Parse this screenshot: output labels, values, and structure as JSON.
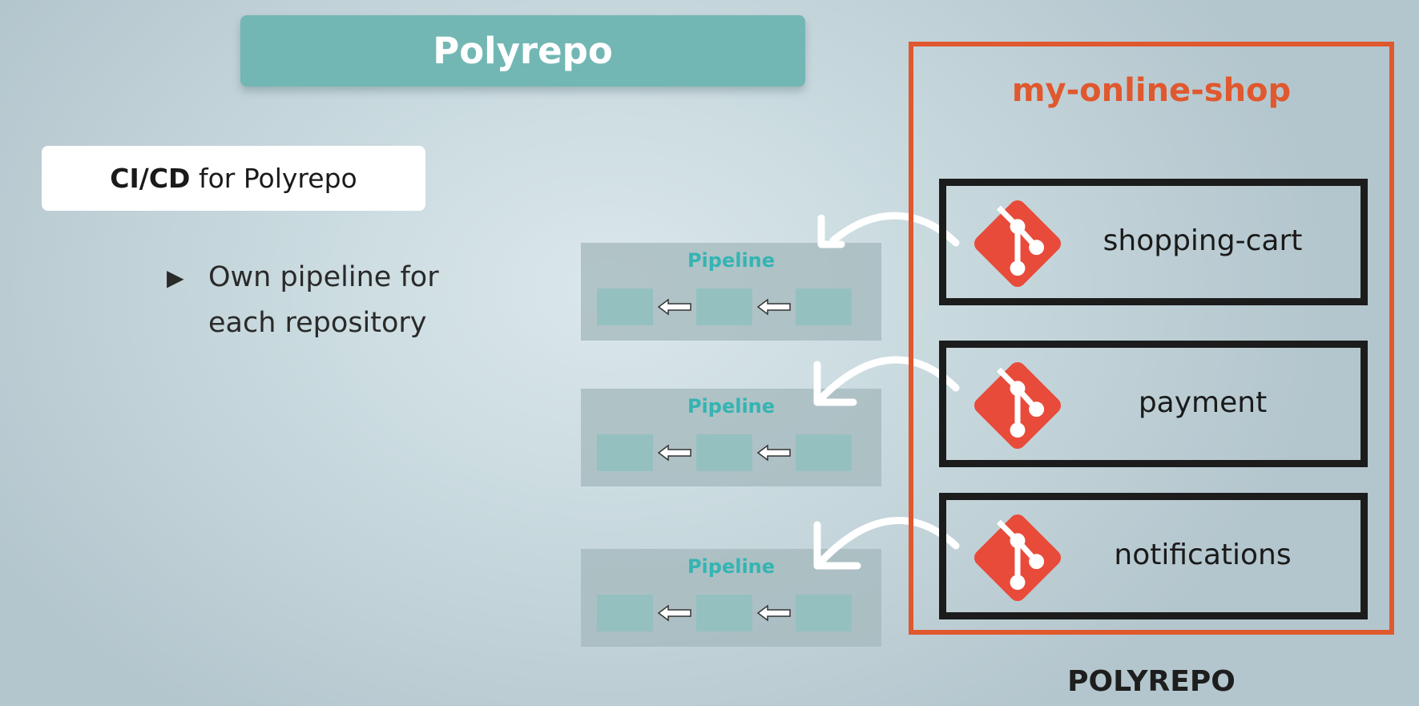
{
  "title": "Polyrepo",
  "subtitle": {
    "bold": "CI/CD",
    "rest": "for Polyrepo"
  },
  "bullets": [
    {
      "marker": "▶",
      "text": "Own pipeline for each repository"
    }
  ],
  "pipelines": [
    {
      "label": "Pipeline",
      "arrow_icon": "arrow-left-icon"
    },
    {
      "label": "Pipeline",
      "arrow_icon": "arrow-left-icon"
    },
    {
      "label": "Pipeline",
      "arrow_icon": "arrow-left-icon"
    }
  ],
  "repo": {
    "name": "my-online-shop",
    "caption": "POLYREPO",
    "services": [
      {
        "name": "shopping-cart",
        "icon": "git-icon"
      },
      {
        "name": "payment",
        "icon": "git-icon"
      },
      {
        "name": "notifications",
        "icon": "git-icon"
      }
    ]
  },
  "colors": {
    "title_bar": "#72b7b4",
    "pipeline_label": "#34b4b2",
    "repo_accent": "#e0582e",
    "git_icon": "#e84b3a"
  }
}
